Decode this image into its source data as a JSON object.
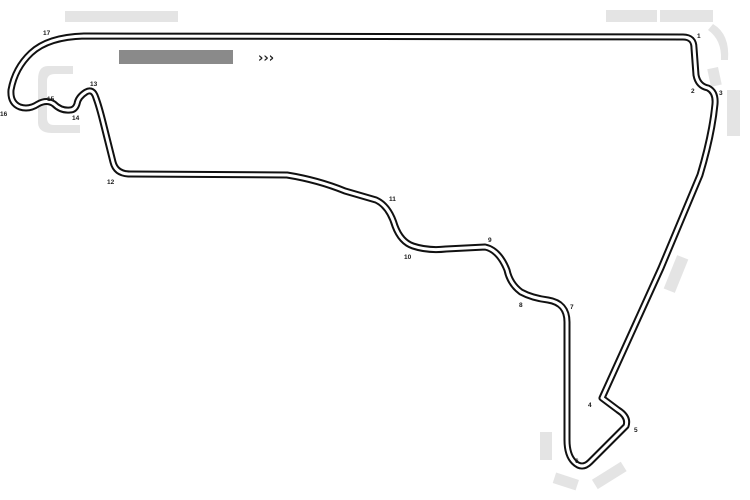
{
  "map": {
    "type": "race-circuit-layout",
    "colors": {
      "background": "#ffffff",
      "track_outline": "#111111",
      "track_surface": "#ffffff",
      "runoff_kerbs": "#e4e4e4",
      "start_finish_block": "#8a8a8a",
      "turn_numbers": "#1a1a1a"
    },
    "direction_icon": "triple-chevron-right-icon",
    "direction_glyph": "›››",
    "turn_count": 17,
    "turns": [
      {
        "number": "1"
      },
      {
        "number": "2"
      },
      {
        "number": "3"
      },
      {
        "number": "4"
      },
      {
        "number": "5"
      },
      {
        "number": "6"
      },
      {
        "number": "7"
      },
      {
        "number": "8"
      },
      {
        "number": "9"
      },
      {
        "number": "10"
      },
      {
        "number": "11"
      },
      {
        "number": "12"
      },
      {
        "number": "13"
      },
      {
        "number": "14"
      },
      {
        "number": "15"
      },
      {
        "number": "16"
      },
      {
        "number": "17"
      }
    ]
  }
}
